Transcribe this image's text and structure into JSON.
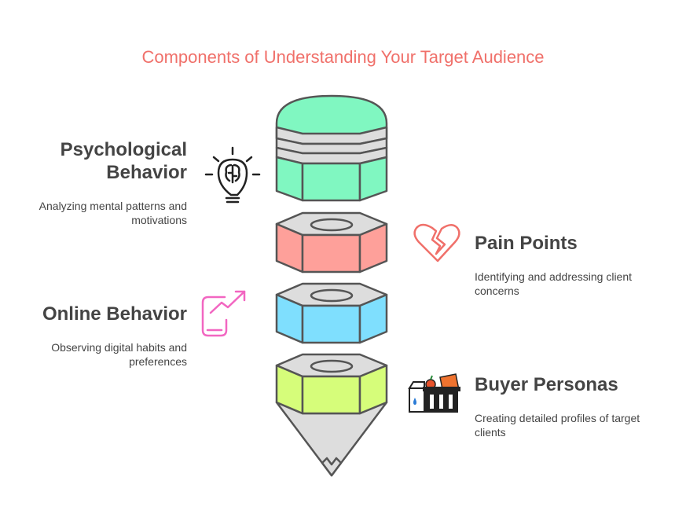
{
  "title": "Components of Understanding Your Target Audience",
  "items": [
    {
      "heading": "Psychological Behavior",
      "heading_line1": "Psychological",
      "heading_line2": "Behavior",
      "description_line1": "Analyzing mental patterns and",
      "description_line2": "motivations",
      "icon": "brain-lightbulb-icon",
      "color": "#80f7c1"
    },
    {
      "heading": "Pain Points",
      "description_line1": "Identifying and addressing client",
      "description_line2": "concerns",
      "icon": "broken-heart-icon",
      "color": "#fea09a"
    },
    {
      "heading": "Online Behavior",
      "description_line1": "Observing digital habits and",
      "description_line2": "preferences",
      "icon": "phone-trend-icon",
      "color": "#7fdffe"
    },
    {
      "heading": "Buyer Personas",
      "description_line1": "Creating detailed profiles of target",
      "description_line2": "clients",
      "icon": "shopping-basket-icon",
      "color": "#d6fd7a"
    }
  ],
  "colors": {
    "title": "#f0706a",
    "text": "#444444",
    "outline": "#555555",
    "gray": "#dddddd"
  }
}
